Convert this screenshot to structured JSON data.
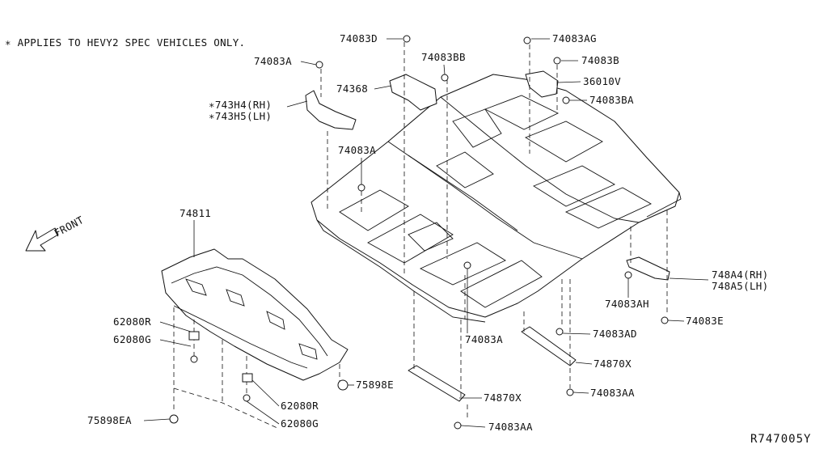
{
  "note": "∗ APPLIES TO HEVY2 SPEC VEHICLES ONLY.",
  "front_label": "FRONT",
  "reference_code": "R747005Y",
  "callouts": {
    "c74083D": "74083D",
    "c74083AG": "74083AG",
    "c74083A_top": "74083A",
    "c74083BB": "74083BB",
    "c74083B": "74083B",
    "c74368": "74368",
    "c36010V": "36010V",
    "c74083BA": "74083BA",
    "c743H4": "∗743H4(RH)",
    "c743H5": "∗743H5(LH)",
    "c74083A_mid": "74083A",
    "c74811": "74811",
    "c748A4": "748A4(RH)",
    "c748A5": "748A5(LH)",
    "c74083AH": "74083AH",
    "c74083E": "74083E",
    "c62080R_left": "62080R",
    "c62080G_left": "62080G",
    "c74083A_low": "74083A",
    "c74083AD": "74083AD",
    "c74870X_right": "74870X",
    "c75898E": "75898E",
    "c74870X_center": "74870X",
    "c74083AA_right": "74083AA",
    "c62080R_low": "62080R",
    "c75898EA": "75898EA",
    "c62080G_low": "62080G",
    "c74083AA_low": "74083AA"
  }
}
